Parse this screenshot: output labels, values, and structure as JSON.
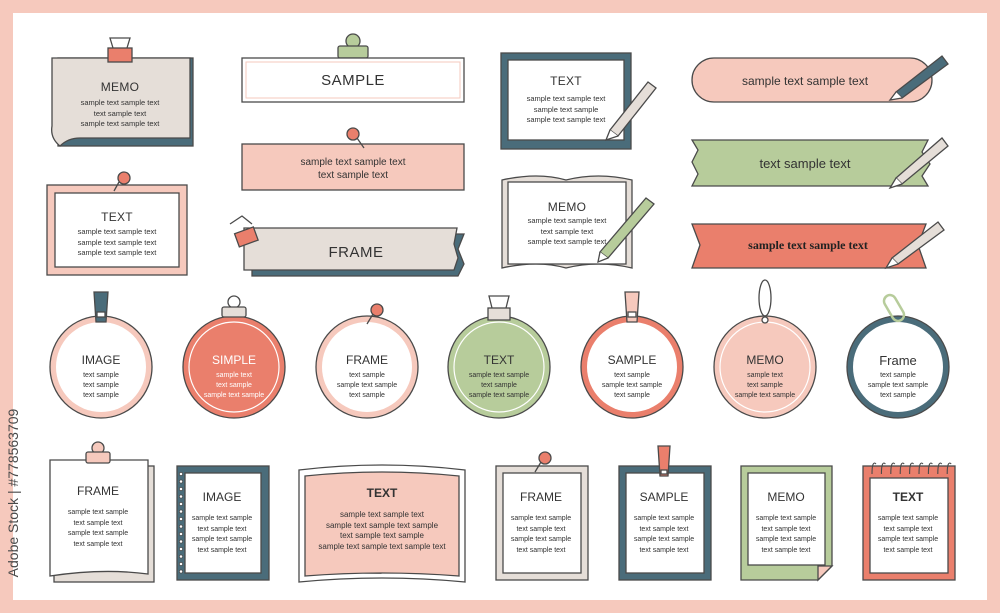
{
  "colors": {
    "border": "#f6c9bd",
    "outline": "#4a4a4a",
    "pink": "#f6c9bd",
    "coral": "#ea7f6c",
    "green": "#b7cc9b",
    "navy": "#4a6c7a",
    "greige": "#e5ded8"
  },
  "watermark": "Adobe Stock | #778563709",
  "memo1": {
    "title": "MEMO",
    "lines": [
      "sample text sample text",
      "text sample text",
      "sample text sample text"
    ]
  },
  "sample_box": {
    "title": "SAMPLE"
  },
  "pink_box": {
    "lines": [
      "sample text sample text",
      "text sample text"
    ]
  },
  "text_box1": {
    "title": "TEXT",
    "lines": [
      "sample text sample text",
      "sample text sample text",
      "sample text sample text"
    ]
  },
  "frame_box1": {
    "title": "FRAME"
  },
  "text_box2": {
    "title": "TEXT",
    "lines": [
      "sample text sample text",
      "sample text sample",
      "sample text sample text"
    ]
  },
  "memo_book": {
    "title": "MEMO",
    "lines": [
      "sample text sample text",
      "text sample text",
      "sample text sample text"
    ]
  },
  "pill1": {
    "text": "sample text sample text"
  },
  "tape_green": {
    "text": "text sample text"
  },
  "ribbon": {
    "text": "sample text sample text"
  },
  "circles": [
    {
      "title": "IMAGE",
      "lines": [
        "text sample",
        "text sample",
        "text sample"
      ]
    },
    {
      "title": "SIMPLE",
      "lines": [
        "sample text",
        "text sample",
        "sample text sample"
      ]
    },
    {
      "title": "FRAME",
      "lines": [
        "text sample",
        "sample text sample",
        "text sample"
      ]
    },
    {
      "title": "TEXT",
      "lines": [
        "sample text sample",
        "text sample",
        "sample text sample"
      ]
    },
    {
      "title": "SAMPLE",
      "lines": [
        "text sample",
        "sample text sample",
        "text sample"
      ]
    },
    {
      "title": "MEMO",
      "lines": [
        "sample text",
        "text sample",
        "sample text sample"
      ]
    },
    {
      "title": "Frame",
      "lines": [
        "text sample",
        "sample text sample",
        "text sample"
      ]
    }
  ],
  "cards": [
    {
      "title": "FRAME",
      "lines": [
        "sample text sample",
        "text sample text",
        "sample text sample",
        "text sample text"
      ]
    },
    {
      "title": "IMAGE",
      "lines": [
        "sample text sample",
        "text sample text",
        "sample text sample",
        "text sample text"
      ]
    },
    {
      "title": "TEXT",
      "lines": [
        "sample text sample text",
        "sample text sample text sample",
        "text sample text sample",
        "sample text sample text sample text"
      ]
    },
    {
      "title": "FRAME",
      "lines": [
        "sample text sample",
        "text sample text",
        "sample text sample",
        "text sample text"
      ]
    },
    {
      "title": "SAMPLE",
      "lines": [
        "sample text sample",
        "text sample text",
        "sample text sample",
        "text sample text"
      ]
    },
    {
      "title": "MEMO",
      "lines": [
        "sample text sample",
        "text sample text",
        "sample text sample",
        "text sample text"
      ]
    },
    {
      "title": "TEXT",
      "lines": [
        "sample text sample",
        "text sample text",
        "sample text sample",
        "text sample text"
      ]
    }
  ]
}
